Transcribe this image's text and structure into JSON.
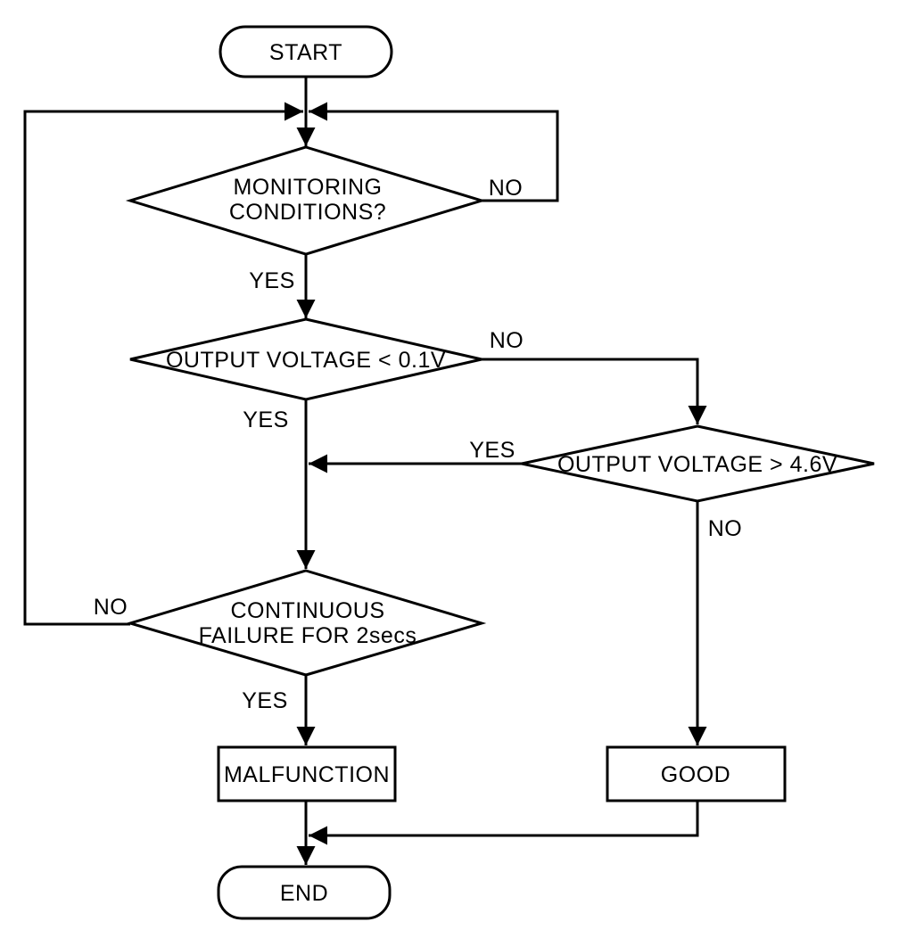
{
  "diagram": {
    "colors": {
      "line": "#000000",
      "background": "#ffffff",
      "shape_fill": "#ffffff",
      "text": "#000000"
    },
    "nodes": {
      "start": {
        "type": "terminator",
        "label": "START"
      },
      "monitoring_conditions": {
        "type": "decision",
        "lines": [
          "MONITORING",
          "CONDITIONS?"
        ]
      },
      "output_voltage_low": {
        "type": "decision",
        "label": "OUTPUT VOLTAGE < 0.1V"
      },
      "output_voltage_high": {
        "type": "decision",
        "label": "OUTPUT VOLTAGE > 4.6V"
      },
      "continuous_failure": {
        "type": "decision",
        "lines": [
          "CONTINUOUS",
          "FAILURE FOR 2secs"
        ]
      },
      "malfunction": {
        "type": "process",
        "label": "MALFUNCTION"
      },
      "good": {
        "type": "process",
        "label": "GOOD"
      },
      "end": {
        "type": "terminator",
        "label": "END"
      }
    },
    "edge_labels": {
      "monitoring_no": "NO",
      "monitoring_yes": "YES",
      "low_no": "NO",
      "low_yes": "YES",
      "high_yes": "YES",
      "high_no": "NO",
      "continuous_no": "NO",
      "continuous_yes": "YES"
    }
  }
}
